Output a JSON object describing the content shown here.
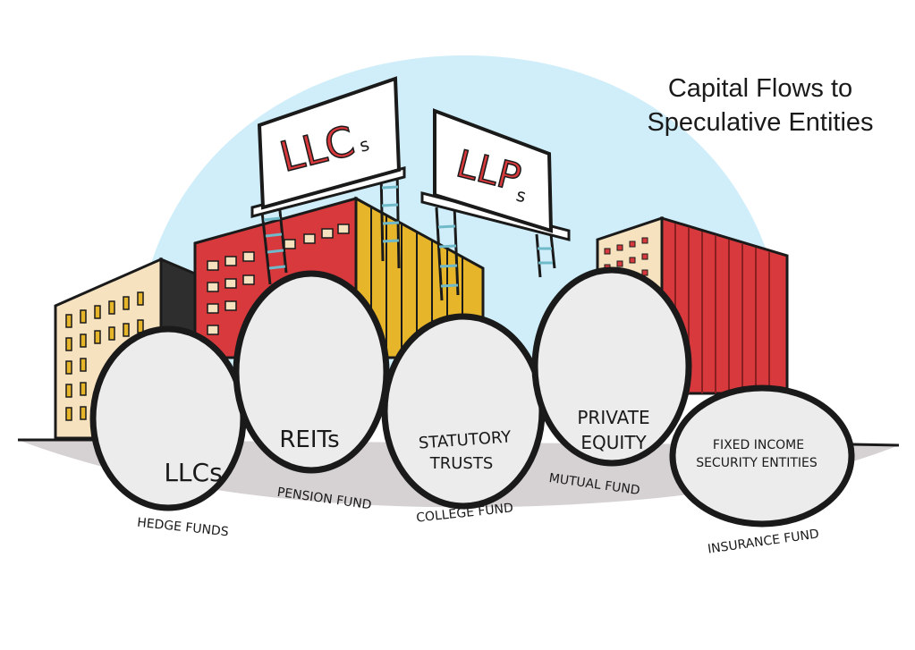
{
  "title": {
    "line1": "Capital Flows to",
    "line2": "Speculative Entities"
  },
  "billboards": [
    {
      "main": "LLC",
      "suffix": "s"
    },
    {
      "main": "LLP",
      "suffix": "s"
    }
  ],
  "eggs": [
    {
      "lines": [
        "LLCs"
      ],
      "fund": "HEDGE FUNDS"
    },
    {
      "lines": [
        "REITs"
      ],
      "fund": "PENSION FUND"
    },
    {
      "lines": [
        "STATUTORY",
        "TRUSTS"
      ],
      "fund": "COLLEGE FUND"
    },
    {
      "lines": [
        "PRIVATE",
        "EQUITY"
      ],
      "fund": "MUTUAL FUND"
    },
    {
      "lines": [
        "FIXED INCOME",
        "SECURITY ENTITIES"
      ],
      "fund": "INSURANCE FUND"
    }
  ],
  "colors": {
    "sky": "#cfeefa",
    "brick_red": "#d8393d",
    "cream": "#f6e2bf",
    "mustard": "#e6b52a",
    "egg": "#ececec",
    "ground": "#d6d2d4"
  }
}
